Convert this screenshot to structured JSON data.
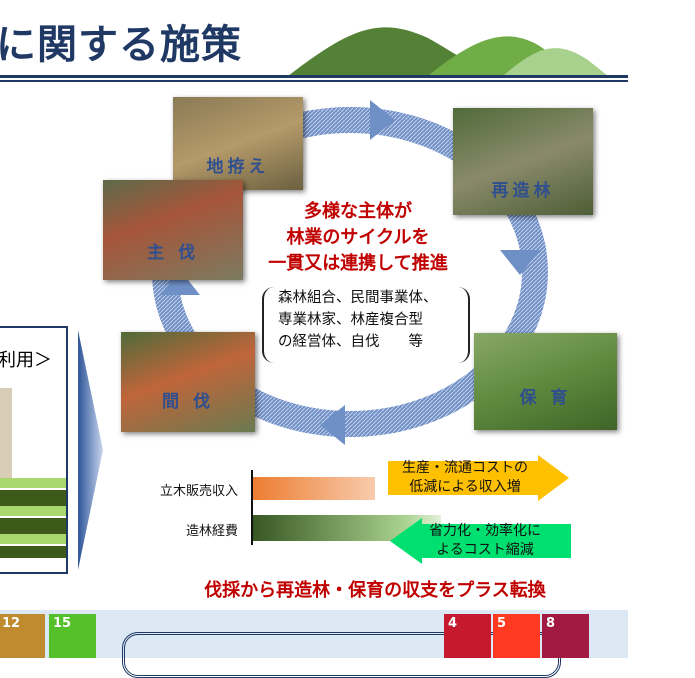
{
  "header": {
    "title": "に関する施策"
  },
  "left_panel": {
    "label": "利用＞"
  },
  "cycle": {
    "photos": [
      {
        "label": "地拵え"
      },
      {
        "label": "再造林"
      },
      {
        "label": "主 伐"
      },
      {
        "label": "間 伐"
      },
      {
        "label": "保 育"
      }
    ],
    "center_lines": [
      "多様な主体が",
      "林業のサイクルを",
      "一貫又は連携して推進"
    ],
    "actors_lines": [
      "森林組合、民間事業体、",
      "専業林家、林産複合型",
      "の経営体、自伐　　等"
    ]
  },
  "balance": {
    "rows": [
      {
        "label": "立木販売収入",
        "color": "#ed7d31"
      },
      {
        "label": "造林経費",
        "color": "#548235"
      }
    ],
    "income_arrow": [
      "生産・流通コストの",
      "低減による収入増"
    ],
    "cost_arrow": [
      "省力化・効率化に",
      "よるコスト縮減"
    ],
    "conclusion": "伐採から再造林・保育の収支をプラス転換"
  },
  "sdgs": [
    {
      "num": "12",
      "color": "#bf8b2e"
    },
    {
      "num": "15",
      "color": "#56c02b"
    },
    {
      "num": "4",
      "color": "#c5192d"
    },
    {
      "num": "5",
      "color": "#ff3a21"
    },
    {
      "num": "8",
      "color": "#a21942"
    }
  ]
}
